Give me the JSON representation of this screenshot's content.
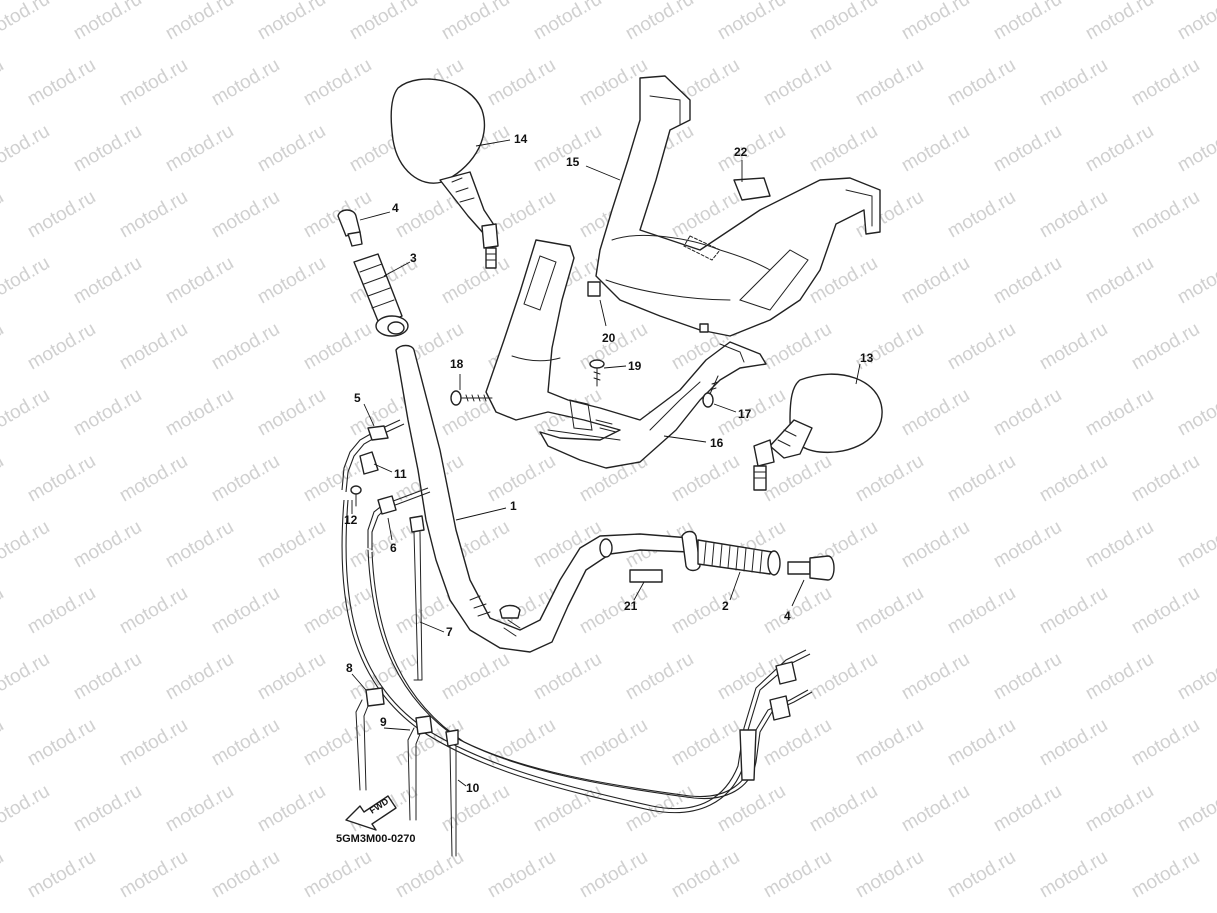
{
  "watermark": "motod.ru",
  "diagram_code": "5GM3M00-0270",
  "fwd_label": "FWD",
  "callouts": {
    "c1": "1",
    "c2": "2",
    "c3": "3",
    "c4a": "4",
    "c4b": "4",
    "c5": "5",
    "c6": "6",
    "c7": "7",
    "c8": "8",
    "c9": "9",
    "c10": "10",
    "c11": "11",
    "c12": "12",
    "c13": "13",
    "c14": "14",
    "c15": "15",
    "c16": "16",
    "c17": "17",
    "c18": "18",
    "c19": "19",
    "c20": "20",
    "c21": "21",
    "c22": "22"
  },
  "colors": {
    "line": "#222222",
    "watermark": "#d0d0d0",
    "background": "#ffffff"
  }
}
